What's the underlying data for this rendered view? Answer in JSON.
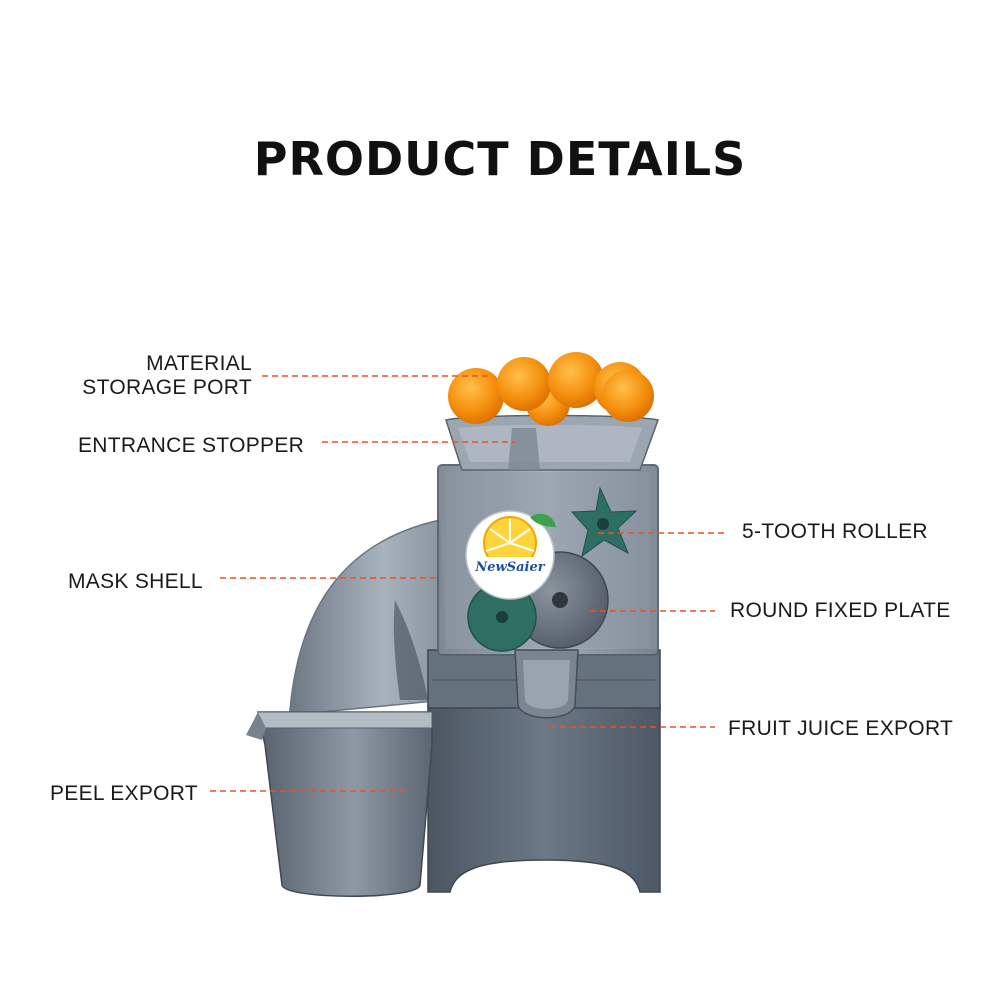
{
  "title": "PRODUCT DETAILS",
  "brand": "NewSaier",
  "colors": {
    "leader": "#e8541e",
    "machine_body": "#5f6b78",
    "machine_dark": "#434c57",
    "cover": "#8b96a2",
    "orange": "#f08a0a",
    "gear": "#2f6f63",
    "title": "#111111"
  },
  "labels": {
    "material_storage_port": [
      "MATERIAL",
      "STORAGE PORT"
    ],
    "entrance_stopper": "ENTRANCE STOPPER",
    "mask_shell": "MASK SHELL",
    "peel_export": "PEEL EXPORT",
    "five_tooth_roller": "5-TOOTH ROLLER",
    "round_fixed_plate": "ROUND FIXED PLATE",
    "fruit_juice_export": "FRUIT JUICE EXPORT"
  }
}
